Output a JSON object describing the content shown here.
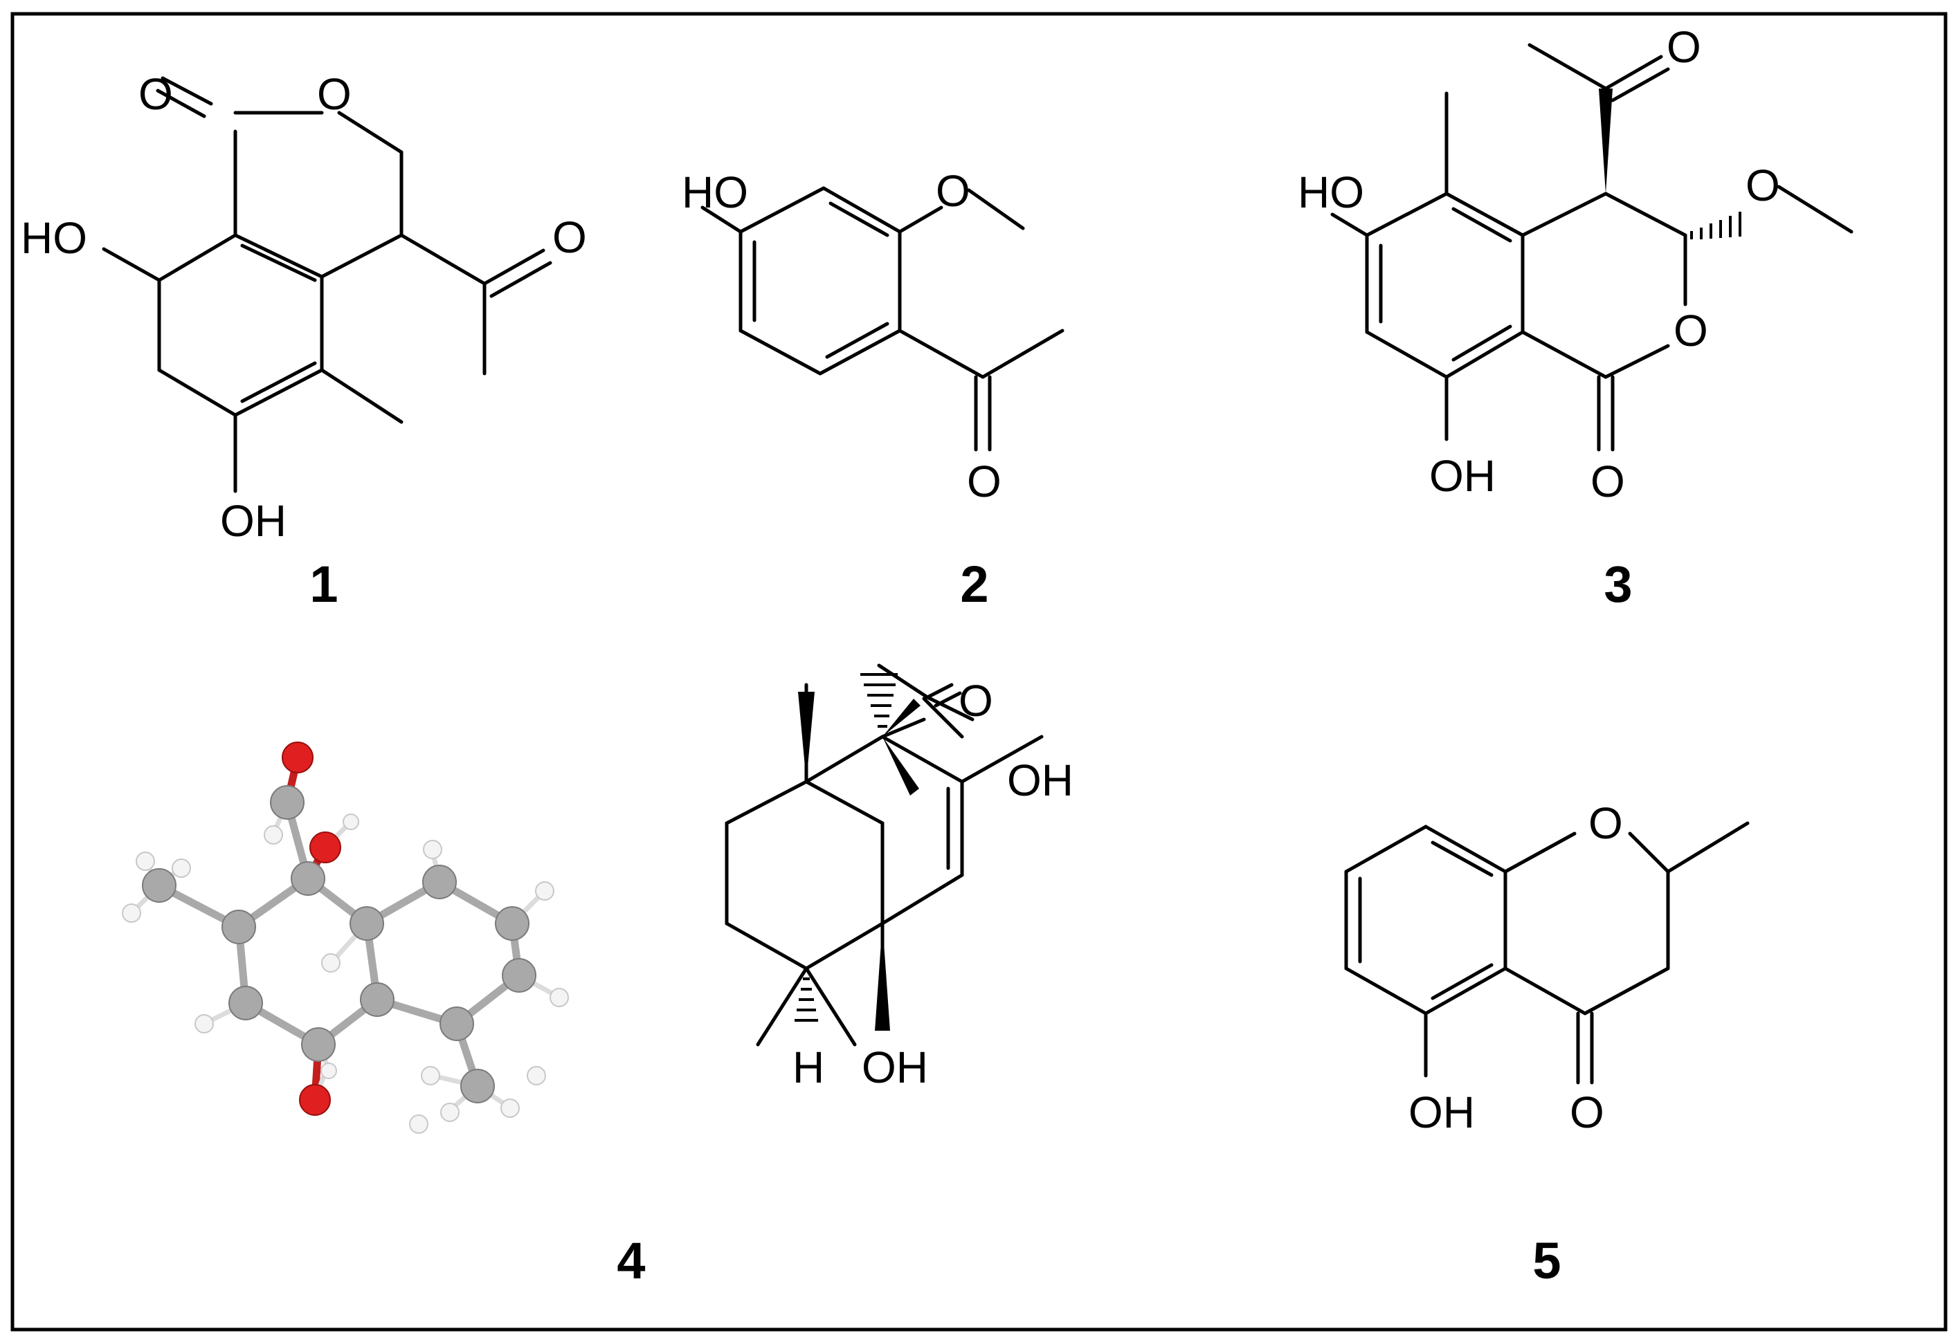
{
  "compounds": [
    {
      "number": "1",
      "labels": {
        "o_carbonyl": "O",
        "o_ring": "O",
        "o_acetyl": "O",
        "oh_upper": "HO",
        "oh_lower": "OH"
      }
    },
    {
      "number": "2",
      "labels": {
        "ho": "HO",
        "o_methoxy": "O",
        "o_ketone": "O"
      }
    },
    {
      "number": "3",
      "labels": {
        "o_acetyl": "O",
        "ho": "HO",
        "o_methoxy": "O",
        "o_ring": "O",
        "oh": "OH",
        "o_carbonyl": "O"
      }
    },
    {
      "number": "4",
      "labels": {
        "o_aldehyde": "O",
        "oh_top": "OH",
        "h_hash": "H",
        "oh_bottom": "OH"
      }
    },
    {
      "number": "5",
      "labels": {
        "o_ring": "O",
        "oh": "OH",
        "o_ketone": "O"
      }
    }
  ],
  "colors": {
    "background": "#ffffff",
    "ink": "#000000",
    "carbon": "#a9a9a9",
    "oxygen": "#e02020",
    "hydrogen": "#f2f2f2"
  },
  "model_3d": {
    "description_icon": "ball-and-stick-model"
  }
}
